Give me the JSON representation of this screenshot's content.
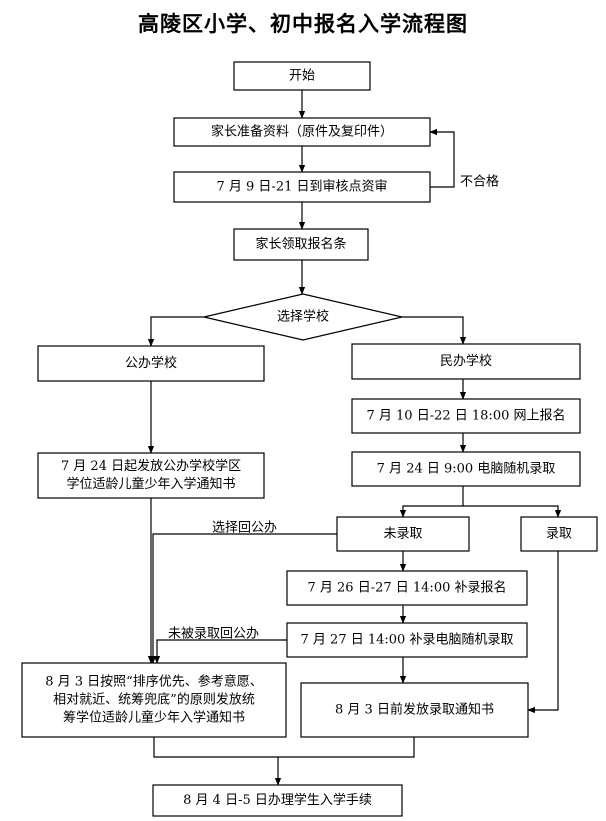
{
  "title": "高陵区小学、初中报名入学流程图",
  "nodes": {
    "start": [
      "开始"
    ],
    "prepare": [
      "家长准备资料（原件及复印件）"
    ],
    "review": [
      "7 月 9 日-21 日到审核点资审"
    ],
    "receive": [
      "家长领取报名条"
    ],
    "choose": [
      "选择学校"
    ],
    "public": [
      "公办学校"
    ],
    "private": [
      "民办学校"
    ],
    "online": [
      "7 月 10 日-22 日 18:00 网上报名"
    ],
    "lottery": [
      "7 月 24 日 9:00 电脑随机录取"
    ],
    "public_notice": [
      "7 月 24 日起发放公办学校学区",
      "学位适龄儿童少年入学通知书"
    ],
    "not_admitted": [
      "未录取"
    ],
    "admitted": [
      "录取"
    ],
    "supp_reg": [
      "7 月 26 日-27 日 14:00 补录报名"
    ],
    "supp_lottery": [
      "7 月 27 日 14:00 补录电脑随机录取"
    ],
    "aug3_public": [
      "8 月 3 日按照“排序优先、参考意愿、",
      "相对就近、统筹兜底”的原则发放统",
      "筹学位适龄儿童少年入学通知书"
    ],
    "aug3_private": [
      "8 月 3 日前发放录取通知书"
    ],
    "final": [
      "8 月 4 日-5 日办理学生入学手续"
    ]
  },
  "edge_labels": {
    "unqualified": "不合格",
    "choose_public": "选择回公办",
    "not_admitted_public": "未被录取回公办"
  }
}
